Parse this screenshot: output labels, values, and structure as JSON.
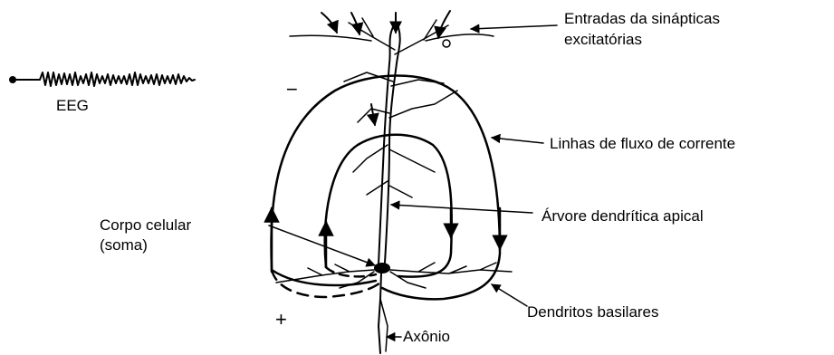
{
  "labels": {
    "eeg": "EEG",
    "minus": "−",
    "plus": "+",
    "synaptic_inputs_line1": "Entradas da sinápticas",
    "synaptic_inputs_line2": "excitatórias",
    "current_flow_lines": "Linhas de fluxo de corrente",
    "apical_dendritic_tree": "Árvore dendrítica apical",
    "cell_body_line1": "Corpo celular",
    "cell_body_line2": "(soma)",
    "basal_dendrites": "Dendritos basilares",
    "axon": "Axônio"
  },
  "colors": {
    "ink": "#000000",
    "background": "#ffffff"
  }
}
